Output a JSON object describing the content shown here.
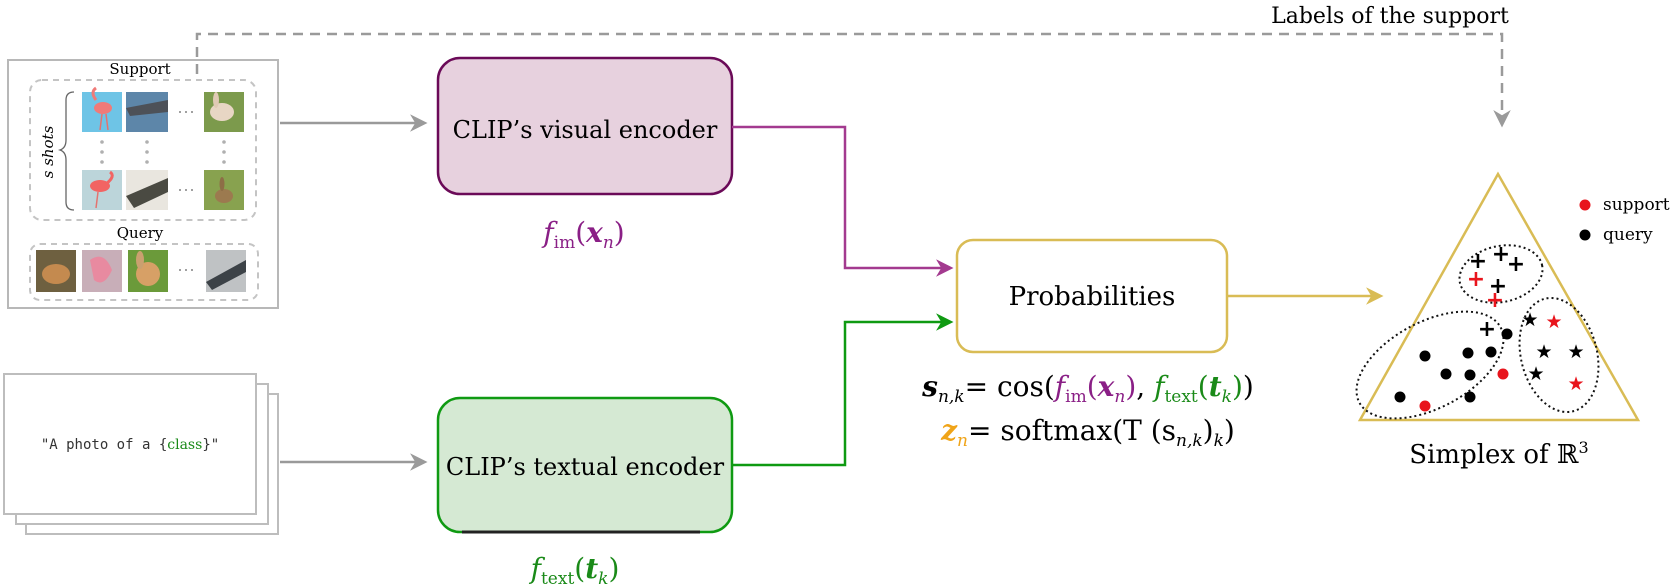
{
  "support": {
    "title": "Support",
    "shots_label": "s shots",
    "query_title": "Query"
  },
  "prompt": {
    "prefix": "\"A photo of a {",
    "class_word": "class",
    "suffix": "}\""
  },
  "encoders": {
    "visual": {
      "label": "CLIP’s visual encoder",
      "fn_name": "f",
      "fn_sub": "im",
      "arg": "x",
      "arg_sub": "n"
    },
    "textual": {
      "label": "CLIP’s textual encoder",
      "fn_name": "f",
      "fn_sub": "text",
      "arg": "t",
      "arg_sub": "k"
    }
  },
  "probabilities": {
    "label": "Probabilities",
    "eq1": {
      "lhs": "s",
      "lhs_sub": "n,k",
      "op": "= cos(",
      "comma": ", ",
      "close": ")"
    },
    "eq2": {
      "lhs": "z",
      "lhs_sub": "n",
      "rhs": "= softmax(T (s",
      "rhs_sub": "n,k",
      "rhs_end": ")",
      "rhs_end_sub": "k",
      "tail": ")"
    }
  },
  "labels_of_support": "Labels of the support",
  "simplex": {
    "caption": "Simplex of ℝ",
    "caption_sup": "3",
    "legend": [
      {
        "name": "support",
        "color": "#e8141c"
      },
      {
        "name": "query",
        "color": "#000000"
      }
    ]
  },
  "colors": {
    "visual": "#6b0a58",
    "visual_fill": "#e7d1de",
    "textual": "#0f9a12",
    "textual_fill": "#d5e9d3",
    "prob": "#d9bc55",
    "arrow_grey": "#9a9a9a",
    "math_purple": "#8a1f86",
    "math_green": "#1a8a18",
    "math_orange": "#f0a418",
    "support_red": "#e8141c"
  }
}
